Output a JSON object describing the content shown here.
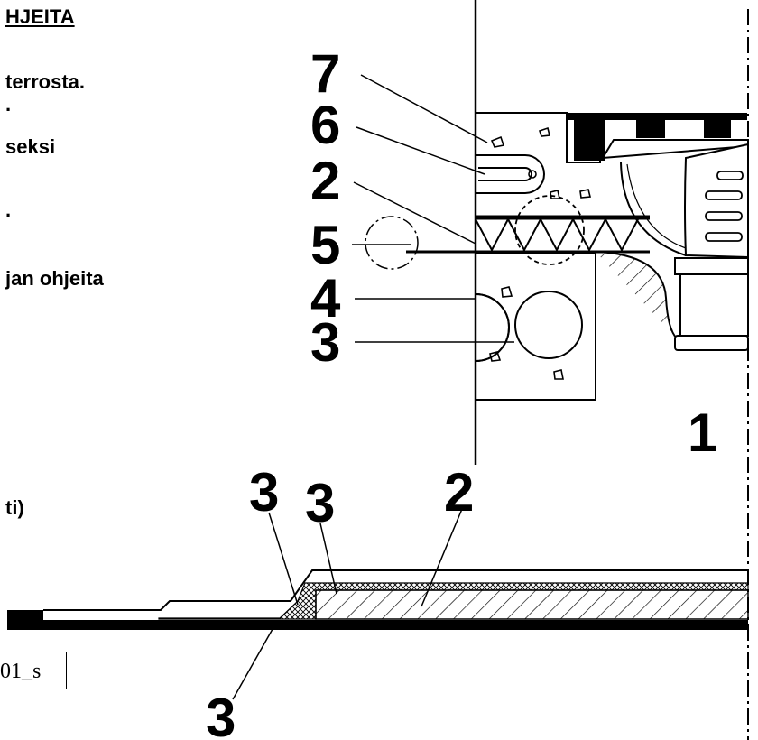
{
  "text_lines": {
    "heading": "HJEITA",
    "line1": "terrosta.",
    "line2": ".",
    "line3": "seksi",
    "line4": ".",
    "line5": "jan ohjeita",
    "line6": "ti)"
  },
  "doc_code": "01_s",
  "callouts": {
    "upper": [
      "7",
      "6",
      "2",
      "5",
      "4",
      "3",
      "1"
    ],
    "lower": [
      "3",
      "2",
      "3",
      "3"
    ]
  }
}
